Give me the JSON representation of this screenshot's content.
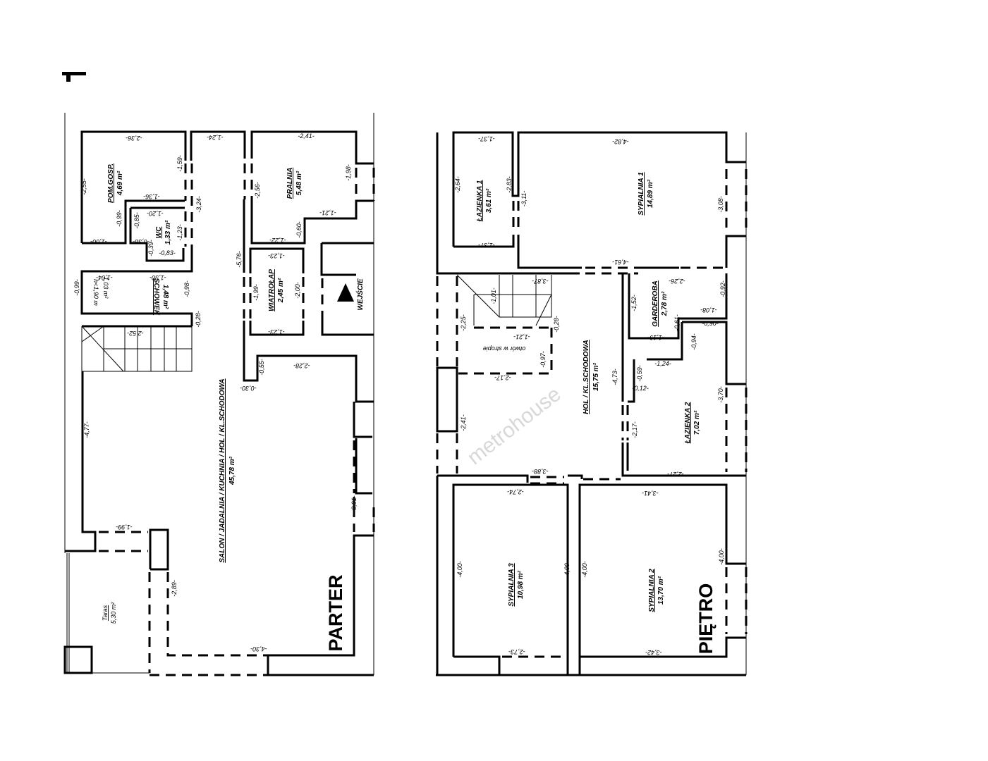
{
  "levels": {
    "ground": "PARTER",
    "upper": "PIĘTRO"
  },
  "entrance_label": "WEJŚCIE",
  "watermark": "metrohouse",
  "rooms": {
    "pom_gosp": {
      "name": "POM.GOSP.",
      "area": "4,69 m²"
    },
    "wc": {
      "name": "WC",
      "area": "1,33 m²"
    },
    "pralnia": {
      "name": "PRALNIA",
      "area": "5,48 m²"
    },
    "wiatrolap": {
      "name": "WIATROŁAP",
      "area": "2,45 m²"
    },
    "schowek": {
      "name": "SCHOWEK",
      "area": "1,48 m²"
    },
    "salon": {
      "name": "SALON / JADALNIA / KUCHNIA / HOL / KL.SCHODOWA",
      "area": "45,78 m²"
    },
    "taras": {
      "name": "Taras",
      "area": "5,30 m²"
    },
    "lazienka1": {
      "name": "ŁAZIENKA 1",
      "area": "3,61 m²"
    },
    "sypialnia1": {
      "name": "SYPIALNIA 1",
      "area": "14,89 m²"
    },
    "garderoba": {
      "name": "GARDEROBA",
      "area": "2,78 m²"
    },
    "hol": {
      "name": "HOL / KL.SCHODOWA",
      "area": "15,75 m²"
    },
    "lazienka2": {
      "name": "ŁAZIENKA 2",
      "area": "7,02 m²"
    },
    "sypialnia3": {
      "name": "SYPIALNIA 3",
      "area": "10,98 m²"
    },
    "sypialnia2": {
      "name": "SYPIALNIA 2",
      "area": "13,70 m²"
    }
  },
  "dims": [
    "-2,36-",
    "-2,55-",
    "-1,00-",
    "-0,99-",
    "-1,36-",
    "-1,59-",
    "-3,24-",
    "-1,20-",
    "-0,85-",
    "-0,38-",
    "-0,39-",
    "-0,83-",
    "-1,23-",
    "-1,24-",
    "-2,41-",
    "-2,56-",
    "-1,98-",
    "-1,21-",
    "-0,60-",
    "-1,22-",
    "-5,76-",
    "-1,23-",
    "-1,99-",
    "-2,00-",
    "-1,23-",
    "-1,04-",
    "-1,50-",
    "-0,99-",
    "-0,98-",
    "-0,28-",
    "h<1,90 m",
    "1,03 m²",
    "-2,52-",
    "-0,55-",
    "-0,30-",
    "-2,28-",
    "-4,77-",
    "-8,91-",
    "-1,99-",
    "-2,89-",
    "-4,30-",
    "-1,37-",
    "-2,64-",
    "-2,83-",
    "-3,11-",
    "-1,37-",
    "-4,82-",
    "-3,08-",
    "-4,61-",
    "-3,87-",
    "-1,01-",
    "-2,25-",
    "-0,28-",
    "-1,21-",
    "otwór w stropie",
    "-0,97-",
    "-2,17-",
    "-2,41-",
    "-2,26-",
    "-1,52-",
    "-0,92-",
    "-1,08-",
    "-0,61-",
    "-1,19-",
    "-0,90-",
    "-0,94-",
    "-1,24-",
    "-0,59-",
    "-0,12-",
    "-4,73-",
    "-2,17-",
    "-3,70-",
    "-2,27-",
    "-3,88-",
    "-2,74-",
    "-3,41-",
    "-4,00-",
    "-4,00-",
    "-4,00-",
    "-4,00-",
    "-2,73-",
    "-3,42-"
  ]
}
